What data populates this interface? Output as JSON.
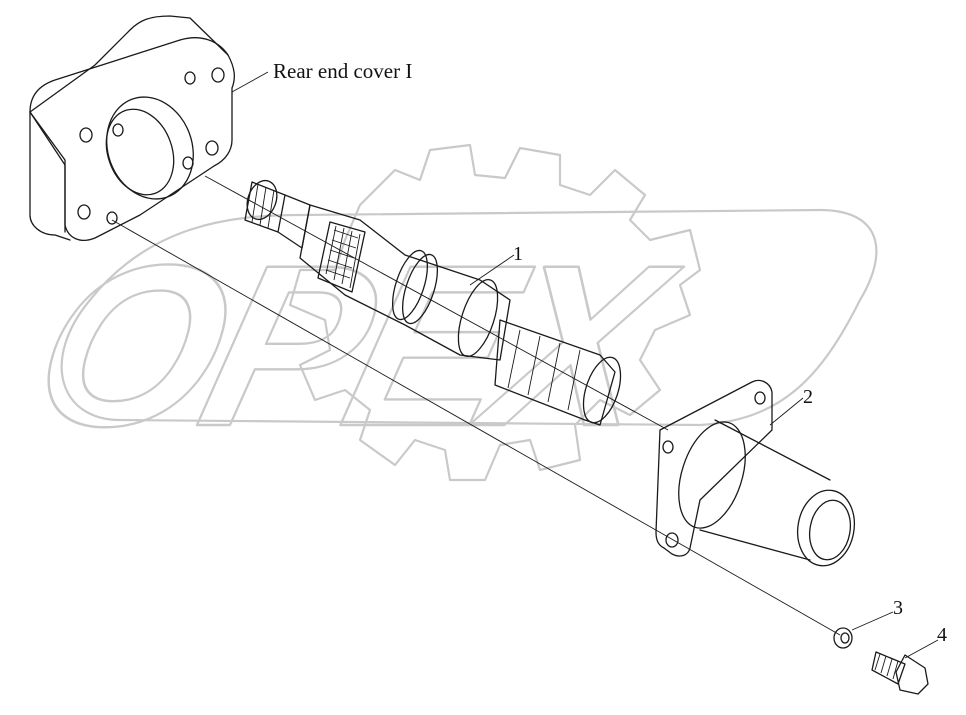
{
  "watermark": {
    "text": "OPEX",
    "color": "#c9c9c9"
  },
  "labels": {
    "rear_end_cover": "Rear end cover I",
    "part_1": "1",
    "part_2": "2",
    "part_3": "3",
    "part_4": "4"
  },
  "colors": {
    "line": "#1a1a1a",
    "background": "#ffffff"
  }
}
